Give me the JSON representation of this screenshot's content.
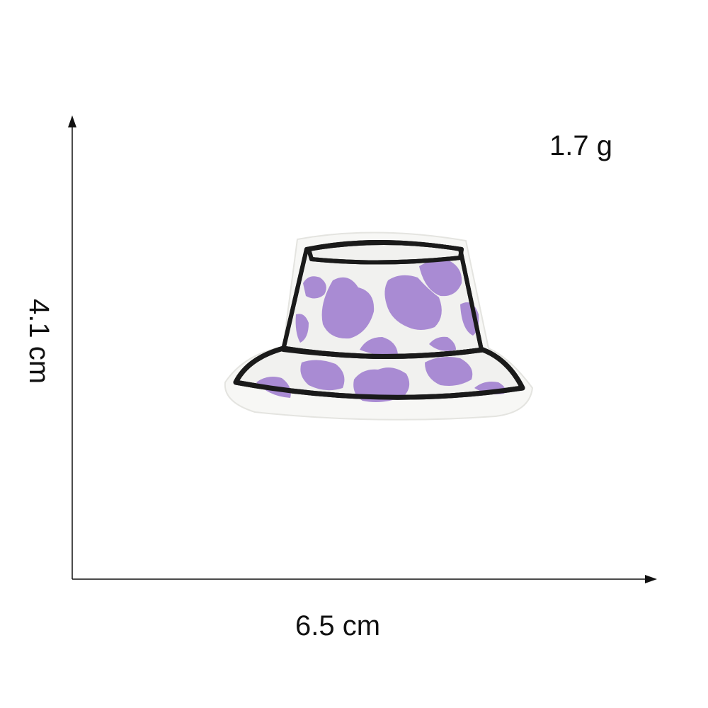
{
  "product": {
    "name": "purple cow print bucket hat embroidered patch",
    "weight": "1.7 g",
    "width": "6.5 cm",
    "height": "4.1 cm"
  },
  "colors": {
    "background": "#ffffff",
    "axis": "#111111",
    "outline": "#1a1a1a",
    "fabric": "#f1f1ef",
    "spots": "#a98bd3",
    "backing": "#f7f7f5"
  }
}
